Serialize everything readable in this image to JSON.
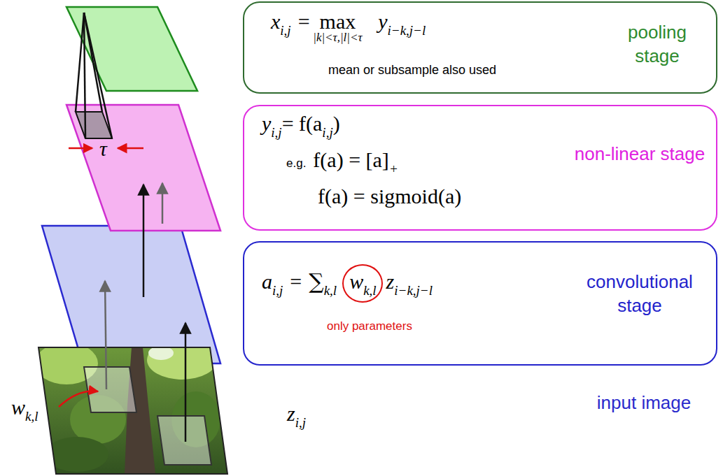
{
  "diagram": {
    "nodes": [
      {
        "text": [
          "x",
          "i,j",
          "=",
          "max",
          "|k|<τ,|l|<τ",
          "y",
          "i−k,j−l",
          "mean or subsample also used",
          "pooling stage"
        ]
      },
      {
        "text": [
          "y",
          "i,j",
          "= f(a",
          "i,j",
          ")",
          "e.g.",
          "f(a) = [a]",
          "+",
          "f(a) = sigmoid(a)",
          "non-linear stage"
        ]
      },
      {
        "text": [
          "a",
          "i,j",
          "=",
          "∑",
          "k,l",
          "w",
          "k,l",
          "z",
          "i−k,j−l",
          "only parameters",
          "convolutional stage"
        ]
      }
    ],
    "labels": [
      "τ",
      "w",
      "k,l",
      "z",
      "i,j",
      "input image"
    ]
  }
}
